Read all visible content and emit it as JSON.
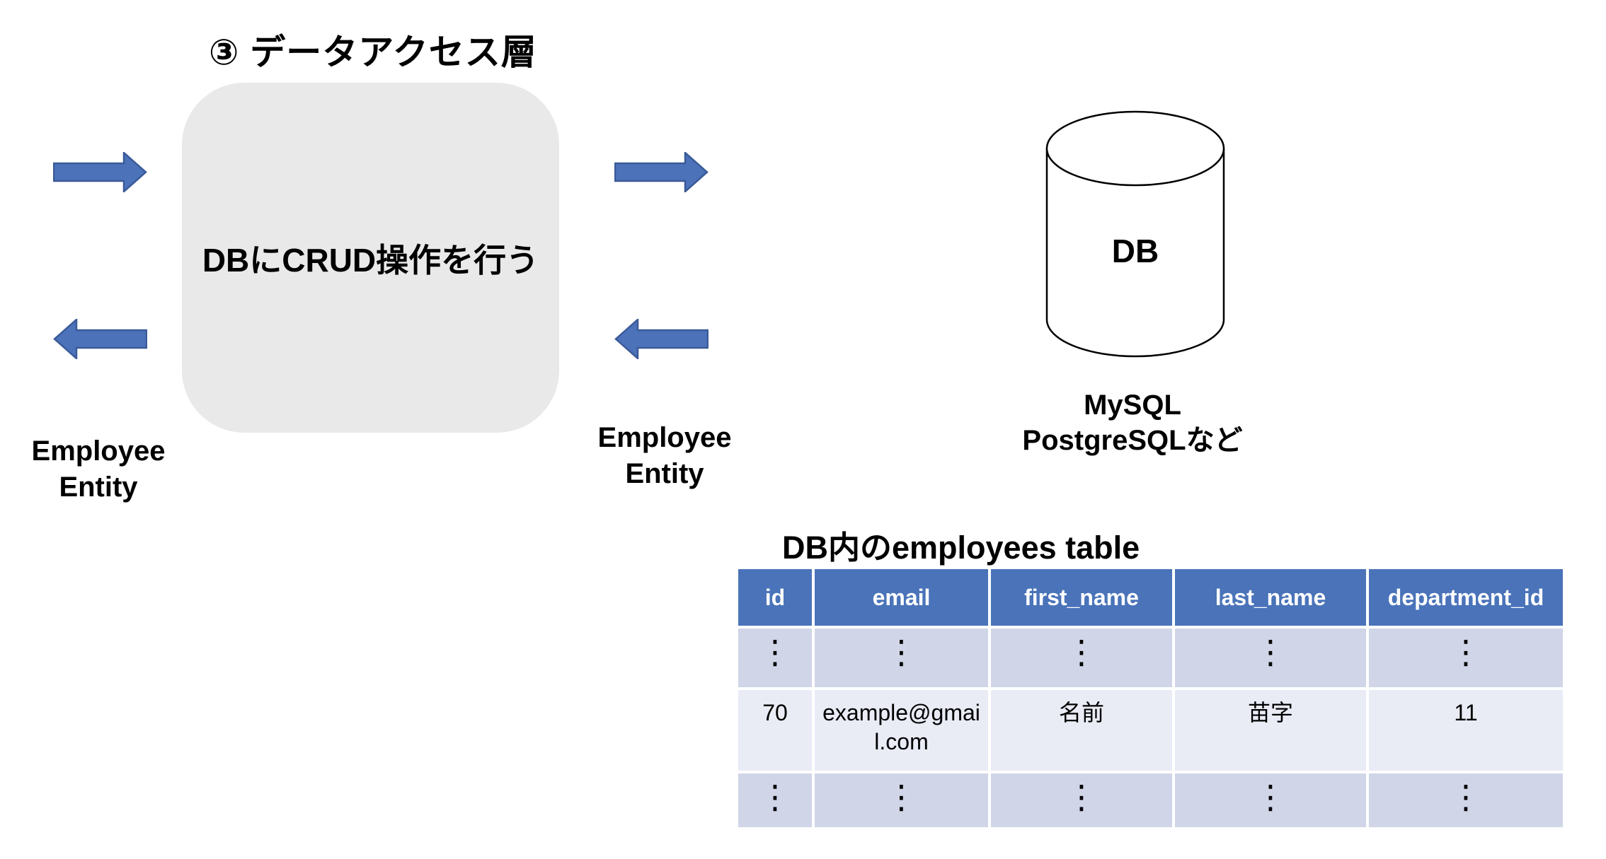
{
  "diagram": {
    "title": "③ データアクセス層",
    "process_box": {
      "label": "DBにCRUD操作を行う"
    },
    "entities": {
      "left": {
        "line1": "Employee",
        "line2": "Entity"
      },
      "right": {
        "line1": "Employee",
        "line2": "Entity"
      }
    },
    "database": {
      "label": "DB",
      "caption_line1": "MySQL",
      "caption_line2": "PostgreSQLなど"
    }
  },
  "table": {
    "title": "DB内のemployees table",
    "headers": [
      "id",
      "email",
      "first_name",
      "last_name",
      "department_id"
    ],
    "rows": [
      [
        "⋮",
        "⋮",
        "⋮",
        "⋮",
        "⋮"
      ],
      [
        "70",
        "example@gmail.com",
        "名前",
        "苗字",
        "11"
      ],
      [
        "⋮",
        "⋮",
        "⋮",
        "⋮",
        "⋮"
      ]
    ]
  },
  "colors": {
    "arrow_fill": "#4C72B9",
    "arrow_stroke": "#3A5A98",
    "header_bg": "#4A73B9",
    "row_dark": "#D0D5E8",
    "row_light": "#E9EBF5",
    "box_bg": "#E9E9E9"
  }
}
